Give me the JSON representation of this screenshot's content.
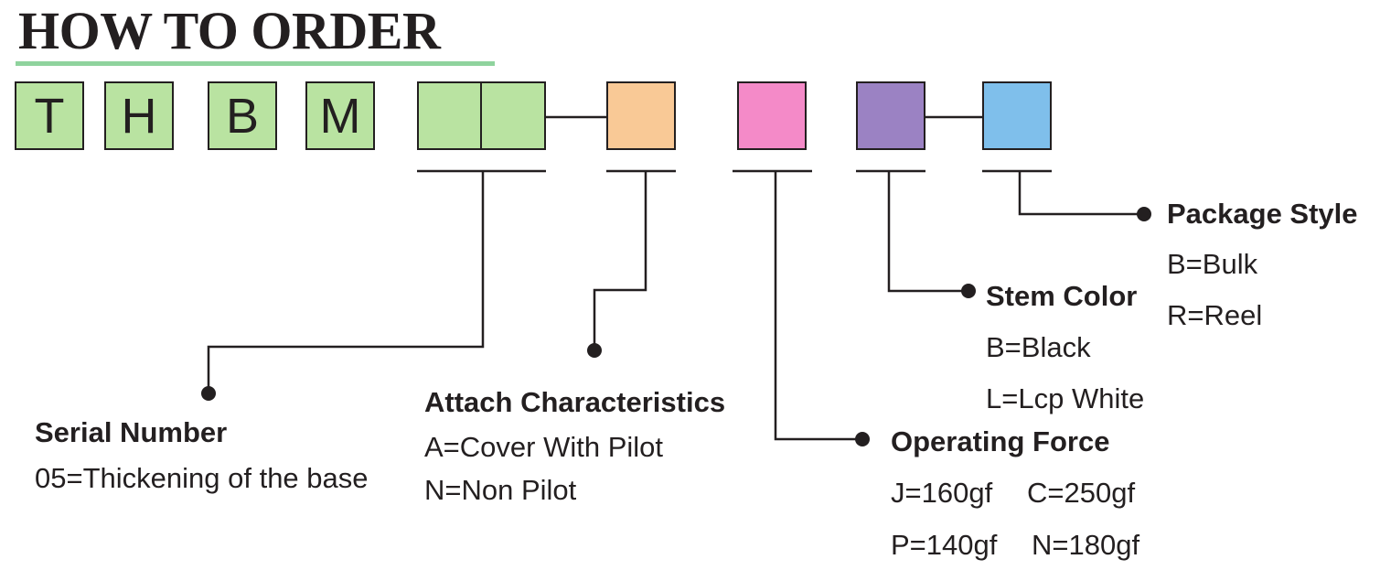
{
  "title": "HOW TO ORDER",
  "code_letters": [
    "T",
    "H",
    "B",
    "M"
  ],
  "fields": {
    "serial_number": {
      "heading": "Serial Number",
      "options": [
        "05=Thickening of the base"
      ]
    },
    "attach_characteristics": {
      "heading": "Attach Characteristics",
      "options": [
        "A=Cover With Pilot",
        "N=Non Pilot"
      ]
    },
    "operating_force": {
      "heading": "Operating Force",
      "options": [
        "J=160gf",
        "C=250gf",
        "P=140gf",
        "N=180gf"
      ]
    },
    "stem_color": {
      "heading": "Stem Color",
      "options": [
        "B=Black",
        "L=Lcp White"
      ]
    },
    "package_style": {
      "heading": "Package Style",
      "options": [
        "B=Bulk",
        "R=Reel"
      ]
    }
  },
  "colors": {
    "letter_box": "#b9e3a1",
    "serial_box": "#b9e3a1",
    "attach_box": "#f9c996",
    "force_box": "#f48ac8",
    "stem_box": "#9b82c3",
    "package_box": "#7fbfeb",
    "title_underline": "#8fd39d"
  }
}
